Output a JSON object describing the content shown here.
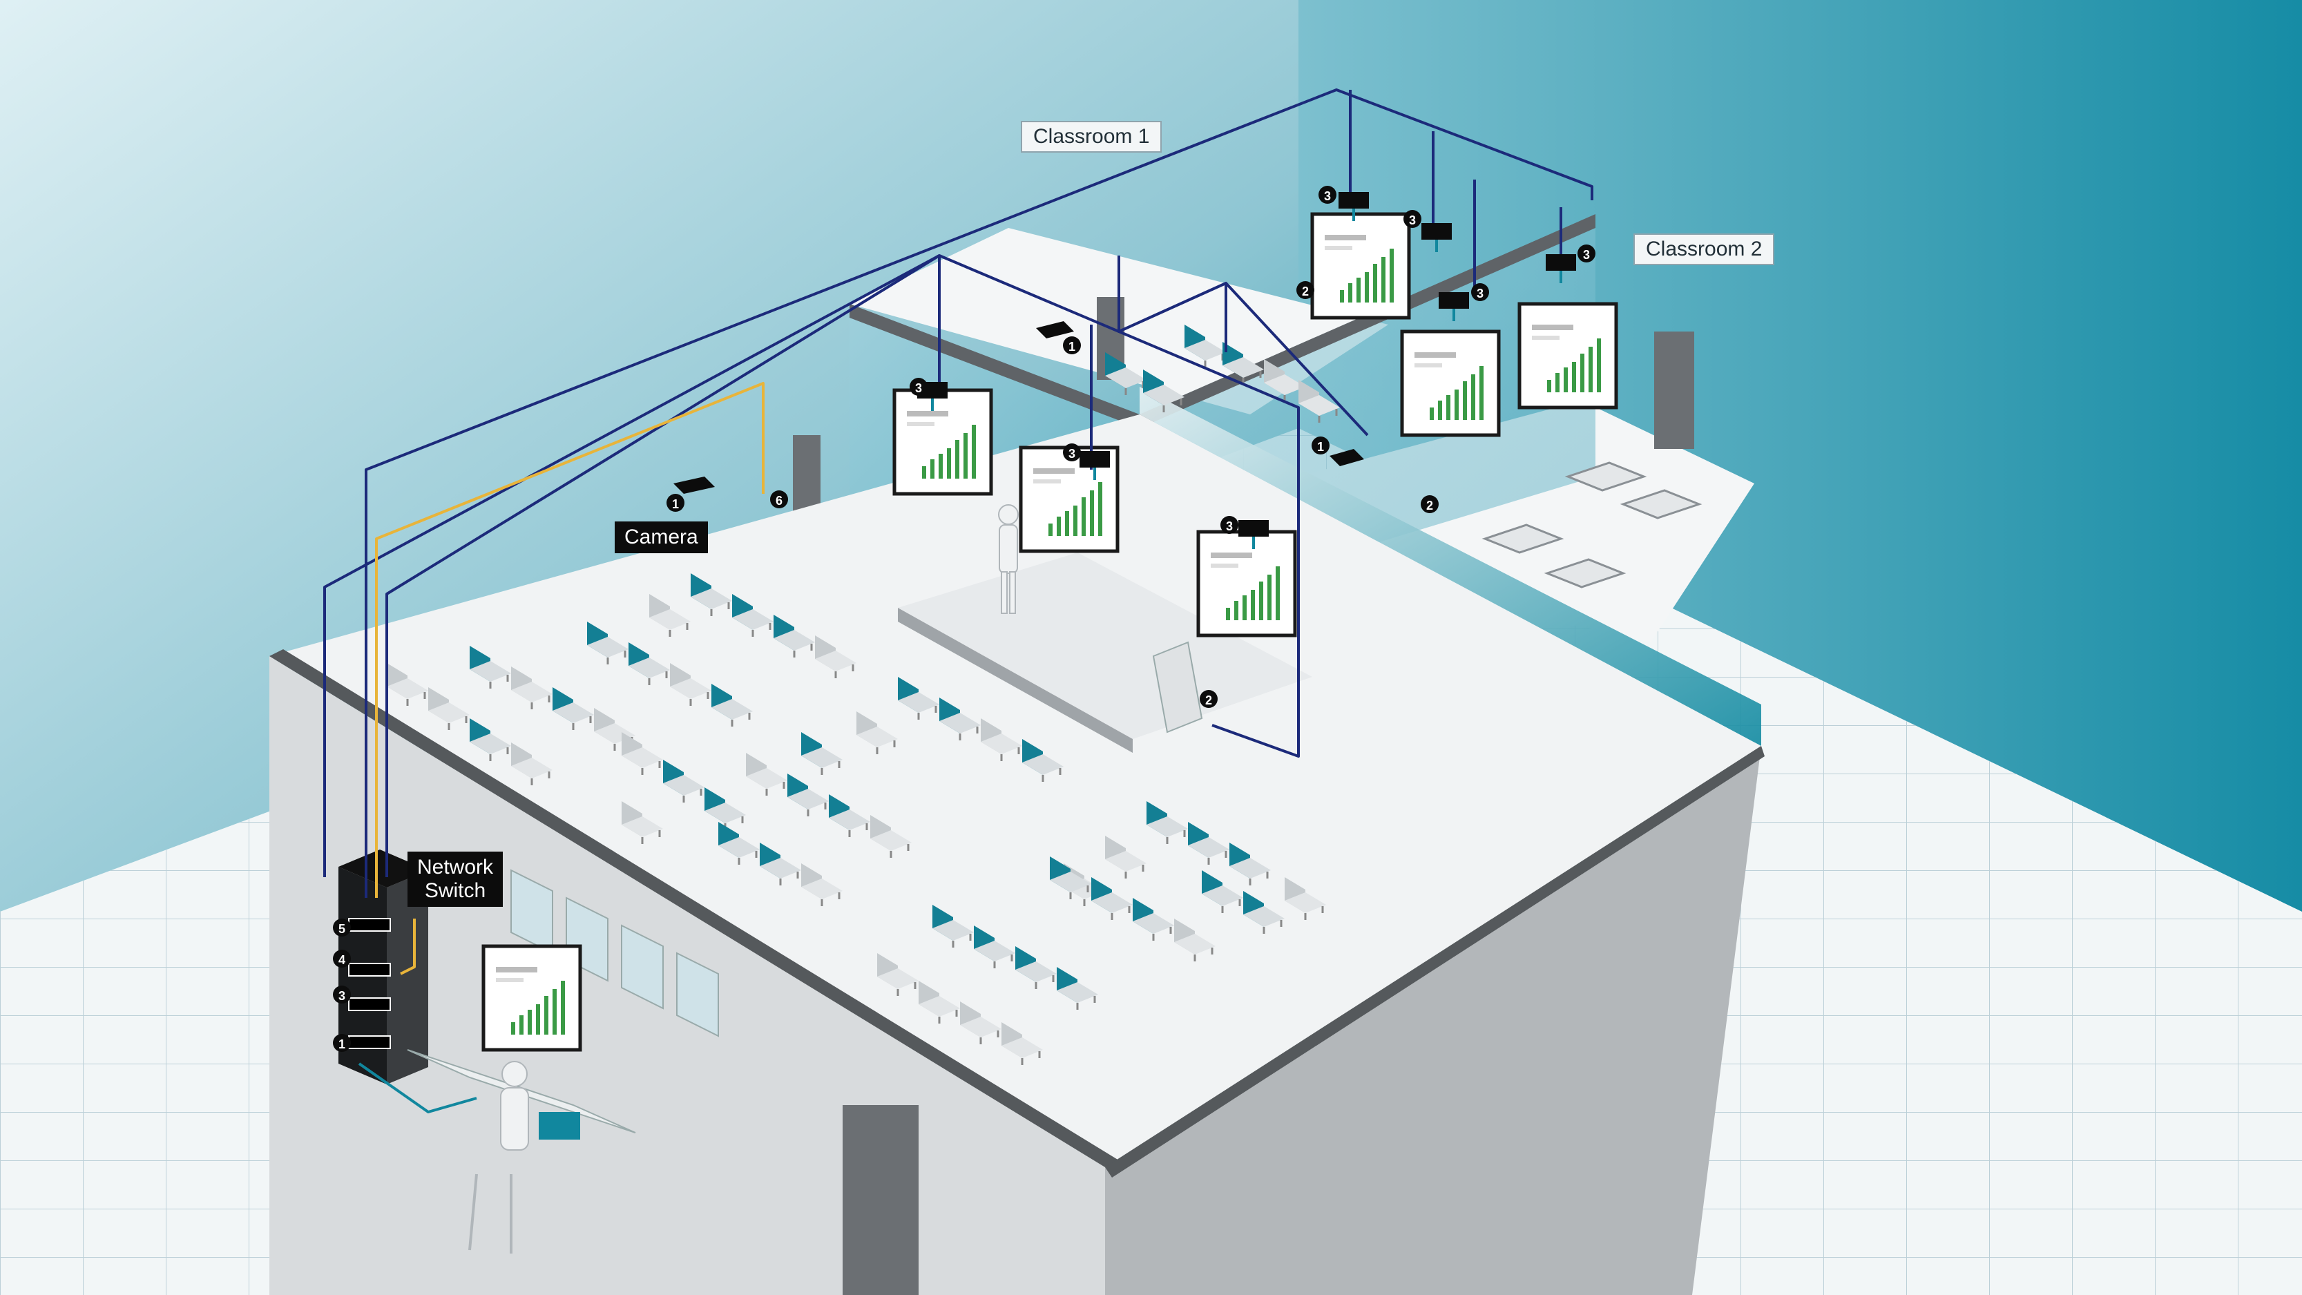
{
  "labels": {
    "classroom_1": "Classroom 1",
    "classroom_2": "Classroom 2",
    "camera": "Camera",
    "network_switch_line1": "Network",
    "network_switch_line2": "Switch"
  },
  "markers": {
    "m1": "1",
    "m2": "2",
    "m3": "3",
    "m4": "4",
    "m5": "5",
    "m6": "6"
  },
  "colors": {
    "teal_accent": "#11879e",
    "seat_teal": "#137f94",
    "cable_navy": "#1c2a7a",
    "cable_yellow": "#e8b43a",
    "floor_white": "#f5f7f8",
    "wall_gray": "#cfd3d6",
    "grid_line": "#b9cdd6",
    "screen_chart_green": "#3a9a45",
    "marker_black": "#0c0c0c"
  }
}
